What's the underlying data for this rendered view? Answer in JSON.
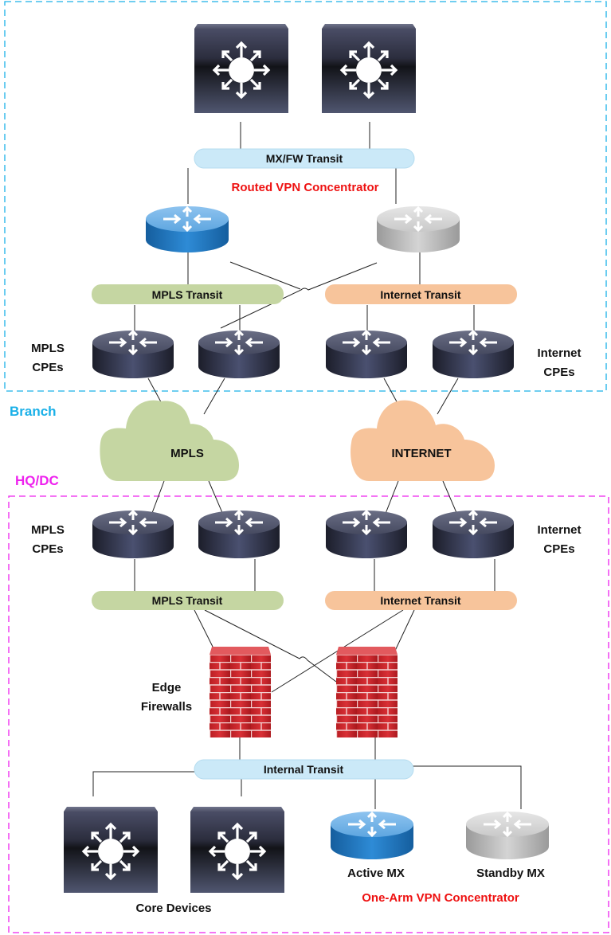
{
  "zones": {
    "branch": {
      "label": "Branch",
      "color": "#1ab0e8"
    },
    "hq": {
      "label": "HQ/DC",
      "color": "#ee22ee"
    }
  },
  "branch": {
    "mx_fw_transit": "MX/FW Transit",
    "vpn_concentrator_label": "Routed VPN Concentrator",
    "mpls_transit": "MPLS Transit",
    "internet_transit": "Internet Transit",
    "mpls_cpes_label": [
      "MPLS",
      "CPEs"
    ],
    "internet_cpes_label": [
      "Internet",
      "CPEs"
    ],
    "devices": {
      "core_switches": 2,
      "mx_active_color": "#1f79c2",
      "mx_standby_color": "#b8b8b8"
    }
  },
  "clouds": {
    "mpls": {
      "label": "MPLS",
      "color": "#c5d6a2"
    },
    "internet": {
      "label": "INTERNET",
      "color": "#f7c49b"
    }
  },
  "hq": {
    "mpls_cpes_label": [
      "MPLS",
      "CPEs"
    ],
    "internet_cpes_label": [
      "Internet",
      "CPEs"
    ],
    "mpls_transit": "MPLS Transit",
    "internet_transit": "Internet Transit",
    "edge_firewalls_label": [
      "Edge",
      "Firewalls"
    ],
    "internal_transit": "Internal Transit",
    "core_devices_label": "Core Devices",
    "active_mx_label": "Active MX",
    "standby_mx_label": "Standby MX",
    "vpn_concentrator_label": "One-Arm VPN Concentrator"
  },
  "colors": {
    "mx_fw_pill": "#cbe9f8",
    "mpls_pill": "#c5d6a2",
    "internet_pill": "#f7c49b",
    "internal_pill": "#cbe9f8",
    "firewall": "#c8232a"
  }
}
